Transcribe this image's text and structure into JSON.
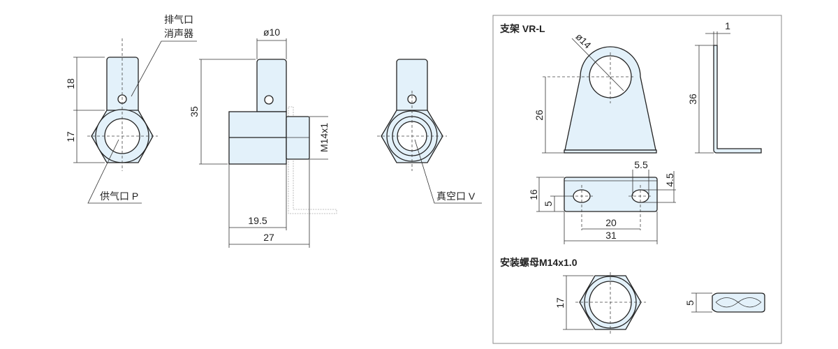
{
  "view_front": {
    "dim_height_stem": "18",
    "dim_height_hex": "17",
    "label_exhaust_line1": "排气口",
    "label_exhaust_line2": "消声器",
    "label_supply": "供气口 P"
  },
  "view_side": {
    "dim_diameter": "ø10",
    "dim_total_height": "35",
    "dim_thread": "M14x1",
    "dim_body_length": "19.5",
    "dim_total_length": "27"
  },
  "view_back": {
    "label_vacuum": "真空口 V"
  },
  "bracket": {
    "title": "支架 VR-L",
    "dim_hole_diameter": "ø14",
    "dim_height": "26",
    "dim_side_height": "36",
    "dim_thickness": "1",
    "dim_width": "16",
    "dim_hole_offset": "5",
    "dim_slot_width": "5.5",
    "dim_slot_height": "4.5",
    "dim_hole_spacing": "20",
    "dim_length": "31"
  },
  "nut": {
    "title": "安装螺母M14x1.0",
    "dim_across_flats": "17",
    "dim_thickness": "5"
  }
}
